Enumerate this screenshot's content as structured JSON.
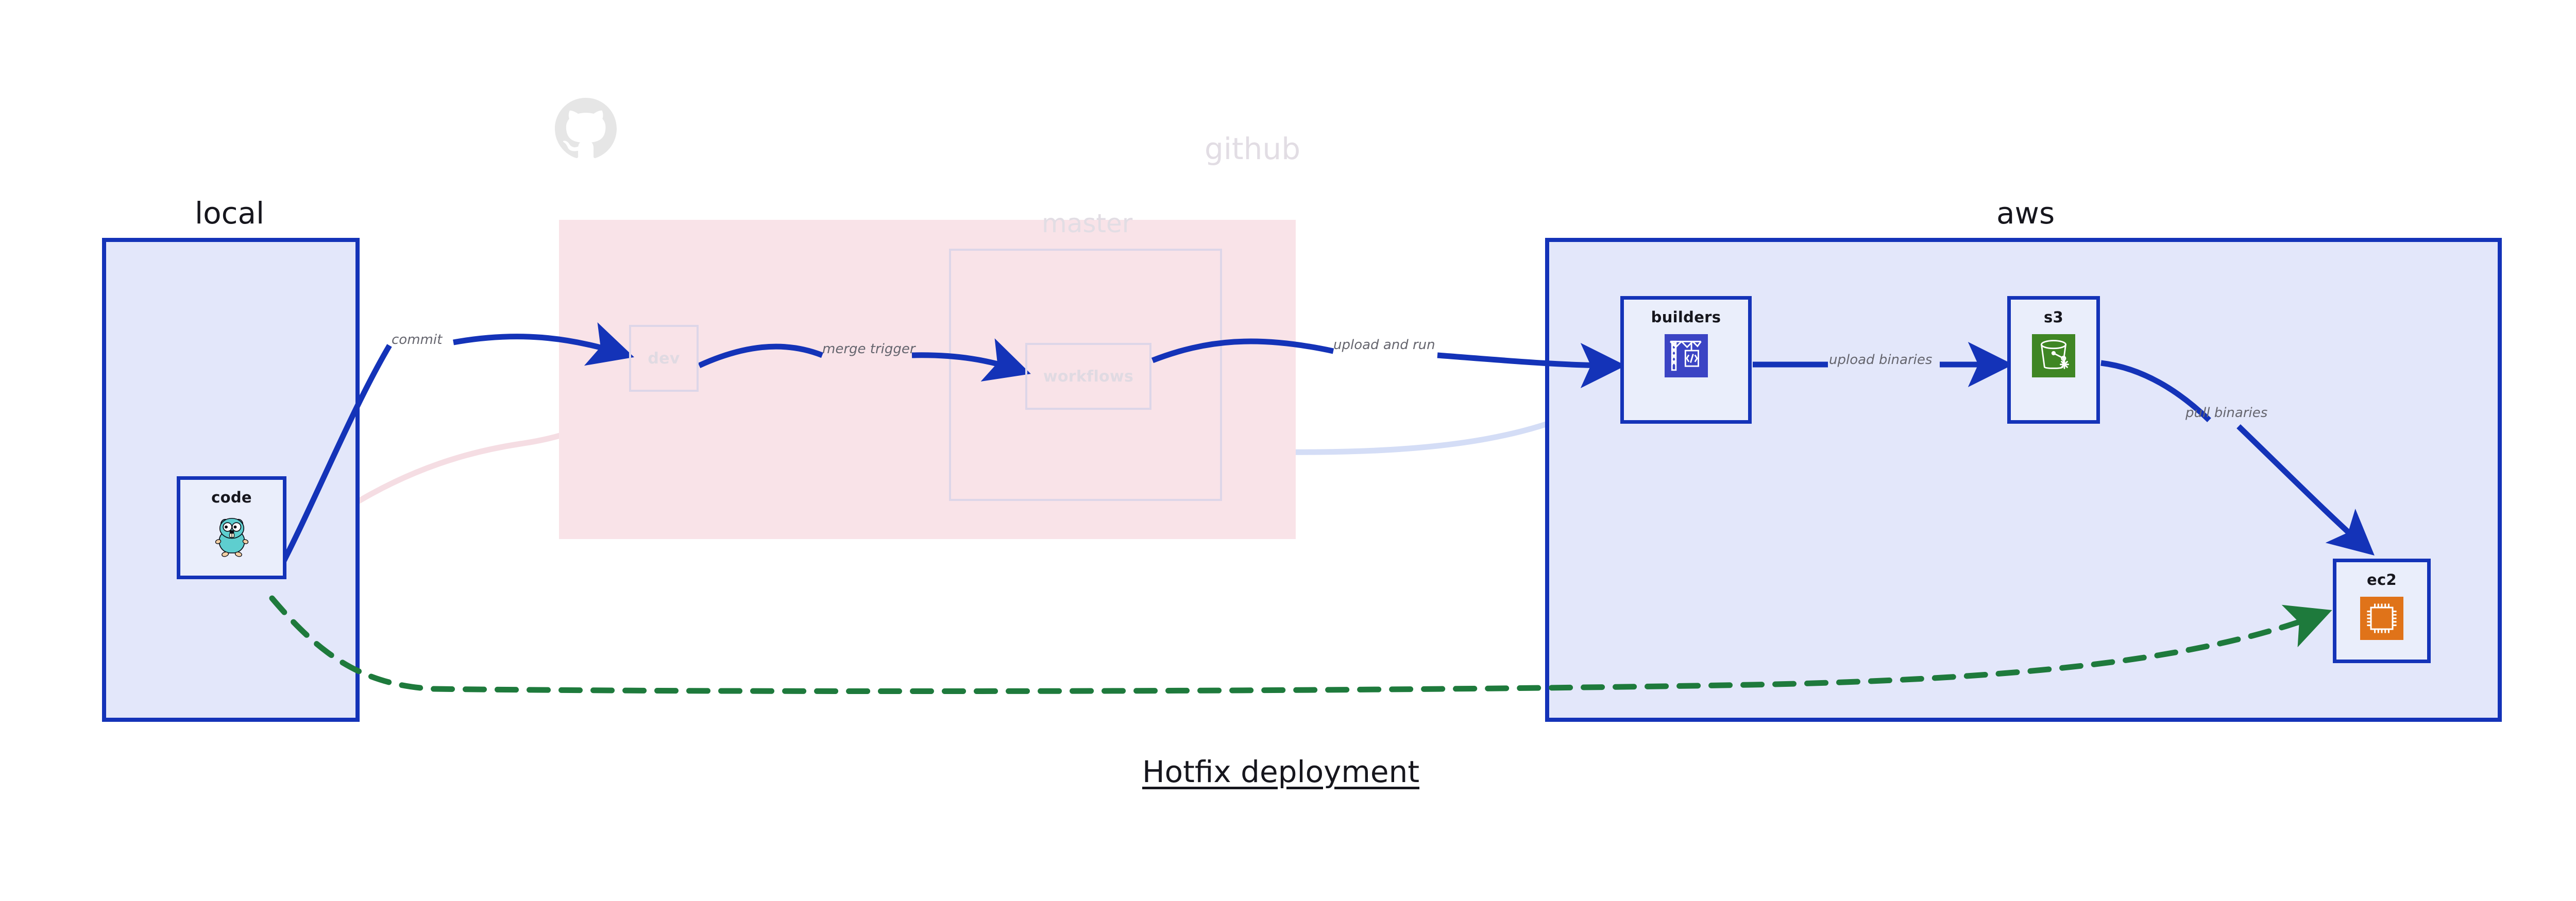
{
  "diagram": {
    "title": "Hotfix deployment"
  },
  "zones": [
    {
      "id": "local",
      "label": "local"
    },
    {
      "id": "github",
      "label": "github"
    },
    {
      "id": "master",
      "label": "master"
    },
    {
      "id": "aws",
      "label": "aws"
    }
  ],
  "nodes": [
    {
      "id": "code",
      "label": "code",
      "icon": "go-gopher-icon"
    },
    {
      "id": "dev",
      "label": "dev",
      "icon": "none"
    },
    {
      "id": "workflows",
      "label": "workflows",
      "icon": "none"
    },
    {
      "id": "builders",
      "label": "builders",
      "icon": "aws-codebuild-crane-icon"
    },
    {
      "id": "s3",
      "label": "s3",
      "icon": "aws-s3-bucket-glacier-icon"
    },
    {
      "id": "ec2",
      "label": "ec2",
      "icon": "aws-ec2-chip-icon"
    }
  ],
  "edges": [
    {
      "id": "commit",
      "label": "commit",
      "from": "code",
      "to": "dev",
      "style": "solid-blue"
    },
    {
      "id": "merge-trigger",
      "label": "merge trigger",
      "from": "dev",
      "to": "workflows",
      "style": "solid-blue"
    },
    {
      "id": "upload-and-run",
      "label": "upload and run",
      "from": "workflows",
      "to": "builders",
      "style": "solid-blue"
    },
    {
      "id": "upload-binaries",
      "label": "upload binaries",
      "from": "builders",
      "to": "s3",
      "style": "solid-blue"
    },
    {
      "id": "pull-binaries",
      "label": "pull binaries",
      "from": "s3",
      "to": "ec2",
      "style": "solid-blue"
    },
    {
      "id": "hotfix-path",
      "label": "",
      "from": "code",
      "to": "ec2",
      "style": "dashed-green"
    },
    {
      "id": "faded-code-dev",
      "label": "",
      "from": "code",
      "to": "dev",
      "style": "faded-pink"
    },
    {
      "id": "faded-dev-wf",
      "label": "",
      "from": "dev",
      "to": "workflows",
      "style": "faded-lilac"
    },
    {
      "id": "faded-wf-build",
      "label": "",
      "from": "workflows",
      "to": "builders",
      "style": "faded-blue"
    }
  ],
  "colors": {
    "accent_blue": "#1433b8",
    "zone_blue_fill": "#e3e7fa",
    "zone_pink_fill": "#f9e3e8",
    "node_fill": "#eaeefb",
    "faded_border": "#ddd6e8",
    "dashed_green": "#1e7a3c",
    "codebuild_indigo": "#3b44c4",
    "s3_green": "#3f8624",
    "ec2_orange": "#e07319",
    "label_gray": "#65656e"
  }
}
